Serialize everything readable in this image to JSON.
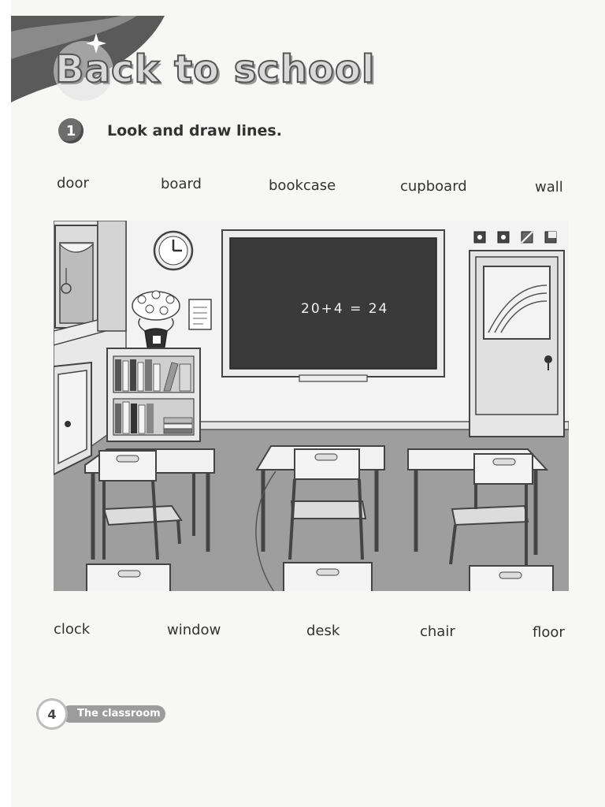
{
  "title": "Back to school",
  "exercise": {
    "number": "1",
    "instruction": "Look and draw lines."
  },
  "top_words": [
    "door",
    "board",
    "bookcase",
    "cupboard",
    "wall"
  ],
  "bottom_words": [
    "clock",
    "window",
    "desk",
    "chair",
    "floor"
  ],
  "board_equation": "20+4 = 24",
  "footer": {
    "page_number": "4",
    "section": "The classroom"
  },
  "colors": {
    "board": "#3a3a3a",
    "floor": "#9a9a9a",
    "wall": "#f2f2f2"
  }
}
